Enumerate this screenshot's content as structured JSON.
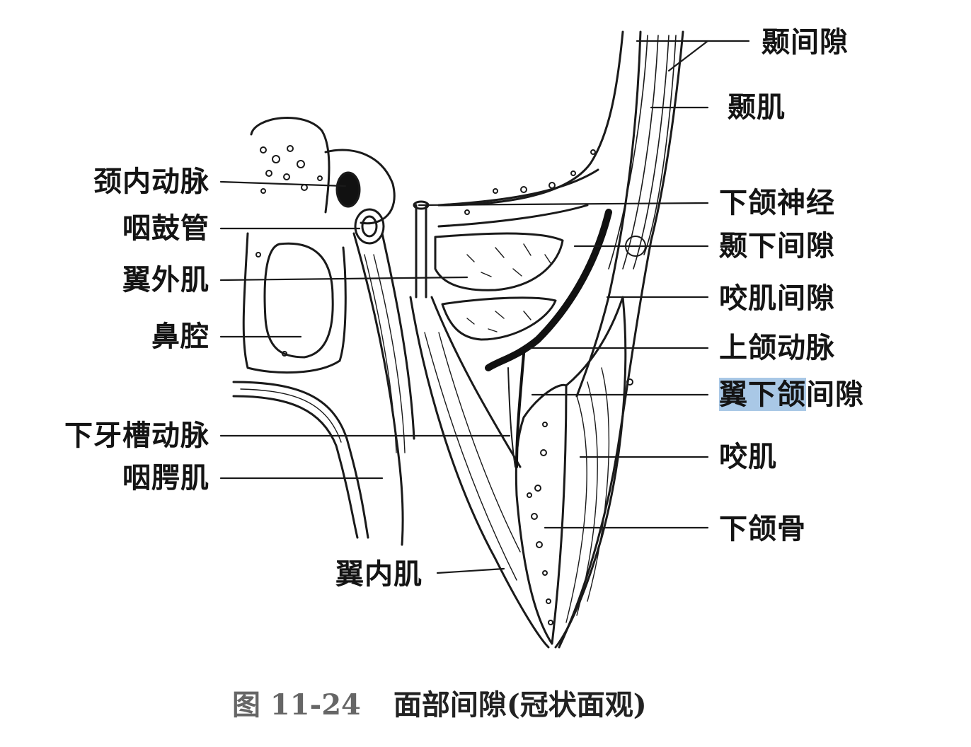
{
  "labels_left": [
    {
      "id": "neijing",
      "text": "颈内动脉"
    },
    {
      "id": "yangu",
      "text": "咽鼓管"
    },
    {
      "id": "yiwai",
      "text": "翼外肌"
    },
    {
      "id": "biqiang",
      "text": "鼻腔"
    },
    {
      "id": "xiaya",
      "text": "下牙槽动脉"
    },
    {
      "id": "yanpang",
      "text": "咽腭肌"
    },
    {
      "id": "yinei",
      "text": "翼内肌"
    }
  ],
  "labels_right": [
    {
      "id": "niejian",
      "text": "颞间隙"
    },
    {
      "id": "nieji",
      "text": "颞肌"
    },
    {
      "id": "xiahe_shen",
      "text": "下颌神经"
    },
    {
      "id": "niexia",
      "text": "颞下间隙"
    },
    {
      "id": "yaojijian",
      "text": "咬肌间隙"
    },
    {
      "id": "shanghe",
      "text": "上颌动脉"
    },
    {
      "id": "yixiahe",
      "text_highlight": "翼下颌",
      "text_rest": "间隙"
    },
    {
      "id": "yaoji",
      "text": "咬肌"
    },
    {
      "id": "xiahegu",
      "text": "下颌骨"
    }
  ],
  "caption": {
    "figure": "图 11-24",
    "title": "面部间隙(冠状面观)"
  }
}
